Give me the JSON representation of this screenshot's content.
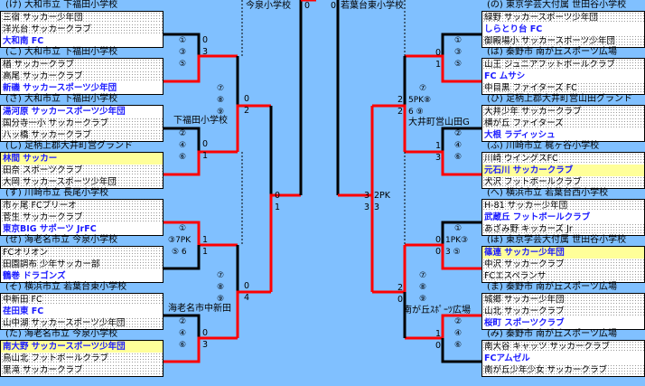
{
  "left": [
    {
      "group": "(け) 大和市立 下福田小学校",
      "teams": [
        "三宿 サッカー少年団",
        "洋光台 サッカークラブ",
        "大和南 FC"
      ],
      "winner": 2,
      "champ": false
    },
    {
      "group": "(こ) 大和市立 下福田小学校",
      "teams": [
        "楢 サッカークラブ",
        "高尾 サッカークラブ",
        "新磯 サッカースポーツ少年団"
      ],
      "winner": 2,
      "champ": false
    },
    {
      "group": "(さ) 大和市立 下福田小学校",
      "teams": [
        "湯河原 サッカースポーツ少年団",
        "国分寺一小 サッカークラブ",
        "八ッ橋 サッカークラブ"
      ],
      "winner": 0,
      "champ": false
    },
    {
      "group": "(し) 足柄上郡大井町営グランド",
      "teams": [
        "林間 サッカー",
        "田奈 スポーツクラブ",
        "大岡 サッカースポーツ少年団"
      ],
      "winner": 0,
      "champ": true
    },
    {
      "group": "(す) 川崎市立 長尾小学校",
      "teams": [
        "市ヶ尾 FCブリーオ",
        "菅生 サッカークラブ",
        "東京BIG サポーツ JrFC"
      ],
      "winner": 2,
      "champ": false
    },
    {
      "group": "(せ) 海老名市立 今泉小学校",
      "teams": [
        "FCオリオン",
        "田園調布 少年サッカー部",
        "鶴巻 ドラゴンズ"
      ],
      "winner": 2,
      "champ": false
    },
    {
      "group": "(そ) 横浜市立 若葉台東小学校",
      "teams": [
        "中新田 FC",
        "荏田東 FC",
        "山中湖 サッカースポーツ少年団"
      ],
      "winner": 1,
      "champ": false
    },
    {
      "group": "(た) 海老名市立 今泉小学校",
      "teams": [
        "南大野 サッカースポーツ少年団",
        "鳥山北 フットボールクラブ",
        "里滝 サッカークラブ"
      ],
      "winner": 0,
      "champ": true
    }
  ],
  "right": [
    {
      "group": "(の) 東京学芸大付属 世田谷小学校",
      "teams": [
        "緑野 サッカースポーツ少年団",
        "しらとり台 FC",
        "御殿場小 サッカースポーツ少年団"
      ],
      "winner": 1,
      "champ": false
    },
    {
      "group": "(は) 秦野市 南が丘スポーツ広場",
      "teams": [
        "山王 ジュニアフットボールクラブ",
        "FC ムサシ",
        "中目黒 ファイターズ FC"
      ],
      "winner": 1,
      "champ": false
    },
    {
      "group": "(ひ) 足柄上郡大井町営山田グランド",
      "teams": [
        "大井少年 サッカークラブ",
        "横が丘 ファイターズ",
        "大根 ラディッシュ"
      ],
      "winner": 2,
      "champ": false
    },
    {
      "group": "(ふ) 川崎市立 梶ヶ谷小学校",
      "teams": [
        "川崎 ウイングスFC",
        "元石川 サッカークラブ",
        "犬沢 フットボールクラブ"
      ],
      "winner": 1,
      "champ": true
    },
    {
      "group": "(へ) 横浜市立 若葉台西小学校",
      "teams": [
        "H-81 サッカー少年団",
        "武蔵丘 フットボールクラブ",
        "あざみ野 キッカーズ Jr"
      ],
      "winner": 1,
      "champ": false
    },
    {
      "group": "(ほ) 東京学芸大付属 世田谷小学校",
      "teams": [
        "篠連 サッカー少年団",
        "中沢 サッカークラブ",
        "FCエスペランサ"
      ],
      "winner": 0,
      "champ": true
    },
    {
      "group": "(ま) 秦野市 南が丘スポーツ広場",
      "teams": [
        "城郷 サッカー少年団",
        "山北 サッカークラブ",
        "桜町 スポーツクラブ"
      ],
      "winner": 2,
      "champ": false
    },
    {
      "group": "(み) 秦野市 南が丘スポーツ広場",
      "teams": [
        "南大谷 キャッツ サッカークラブ",
        "FCアムゼル",
        "南が丘少年少女 サッカークラブ"
      ],
      "winner": 1,
      "champ": false
    }
  ],
  "venues": {
    "imaizumi": "今泉小学校",
    "wakabadai": "若葉台東小学校",
    "shimofukuda": "下福田小学校",
    "ebinanaka": "海老名市中新田",
    "oimachi": "大井町営山田G",
    "minamigaoka": "南が丘ｽﾎﾟｰﾂ広場"
  },
  "marks": {
    "m135": [
      "①",
      "③",
      "⑤"
    ],
    "m246": [
      "②",
      "④",
      "⑥"
    ],
    "m789": [
      "⑦",
      "⑧",
      "⑨"
    ],
    "m3pk": "③7PK",
    "m5six": "⑤ 6",
    "r5pk": "5PK⑧",
    "r6": "6 ⑨",
    "r1pk": "1PK③",
    "r3": "3 ⑤"
  },
  "scores": {
    "L1a": "0",
    "L1b": "3",
    "L2a": "0",
    "L2b": "1",
    "L3a": "1",
    "L3b": "1",
    "L4a": "0",
    "L4b": "3",
    "LQa": "0",
    "LQb": "2",
    "LQc": "0",
    "LQd": "4",
    "LSa": "0",
    "LSb": "1",
    "Fa": "0",
    "Fb": "0",
    "RSa": "3",
    "RSb": "3",
    "RSpk": "2PK",
    "RSpk2": "3",
    "RQa": "2",
    "RQb": "2",
    "RQc": "2",
    "RQd": "0",
    "R1a": "0",
    "R1b": "1",
    "R2a": "1",
    "R2b": "3",
    "R3a": "0",
    "R3b": "0",
    "R4a": "1",
    "R4b": "0"
  }
}
